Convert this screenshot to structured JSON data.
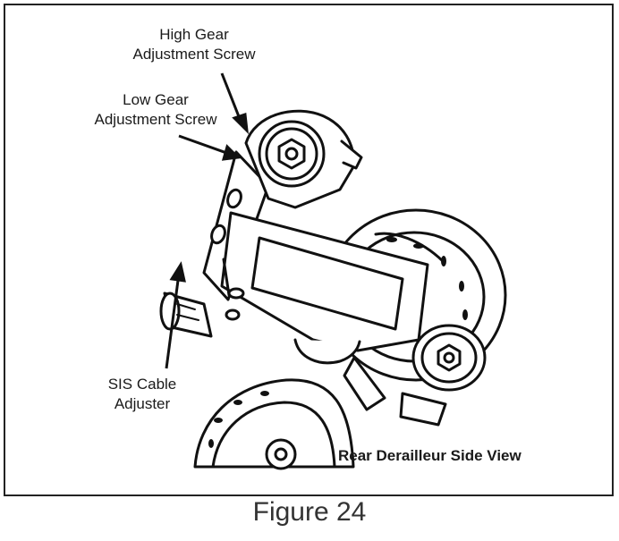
{
  "labels": {
    "high_gear_line1": "High Gear",
    "high_gear_line2": "Adjustment Screw",
    "low_gear_line1": "Low Gear",
    "low_gear_line2": "Adjustment Screw",
    "sis_line1": "SIS Cable",
    "sis_line2": "Adjuster",
    "view_title": "Rear Derailleur Side View"
  },
  "caption": "Figure 24",
  "colors": {
    "line": "#111111",
    "caption": "#333333"
  }
}
